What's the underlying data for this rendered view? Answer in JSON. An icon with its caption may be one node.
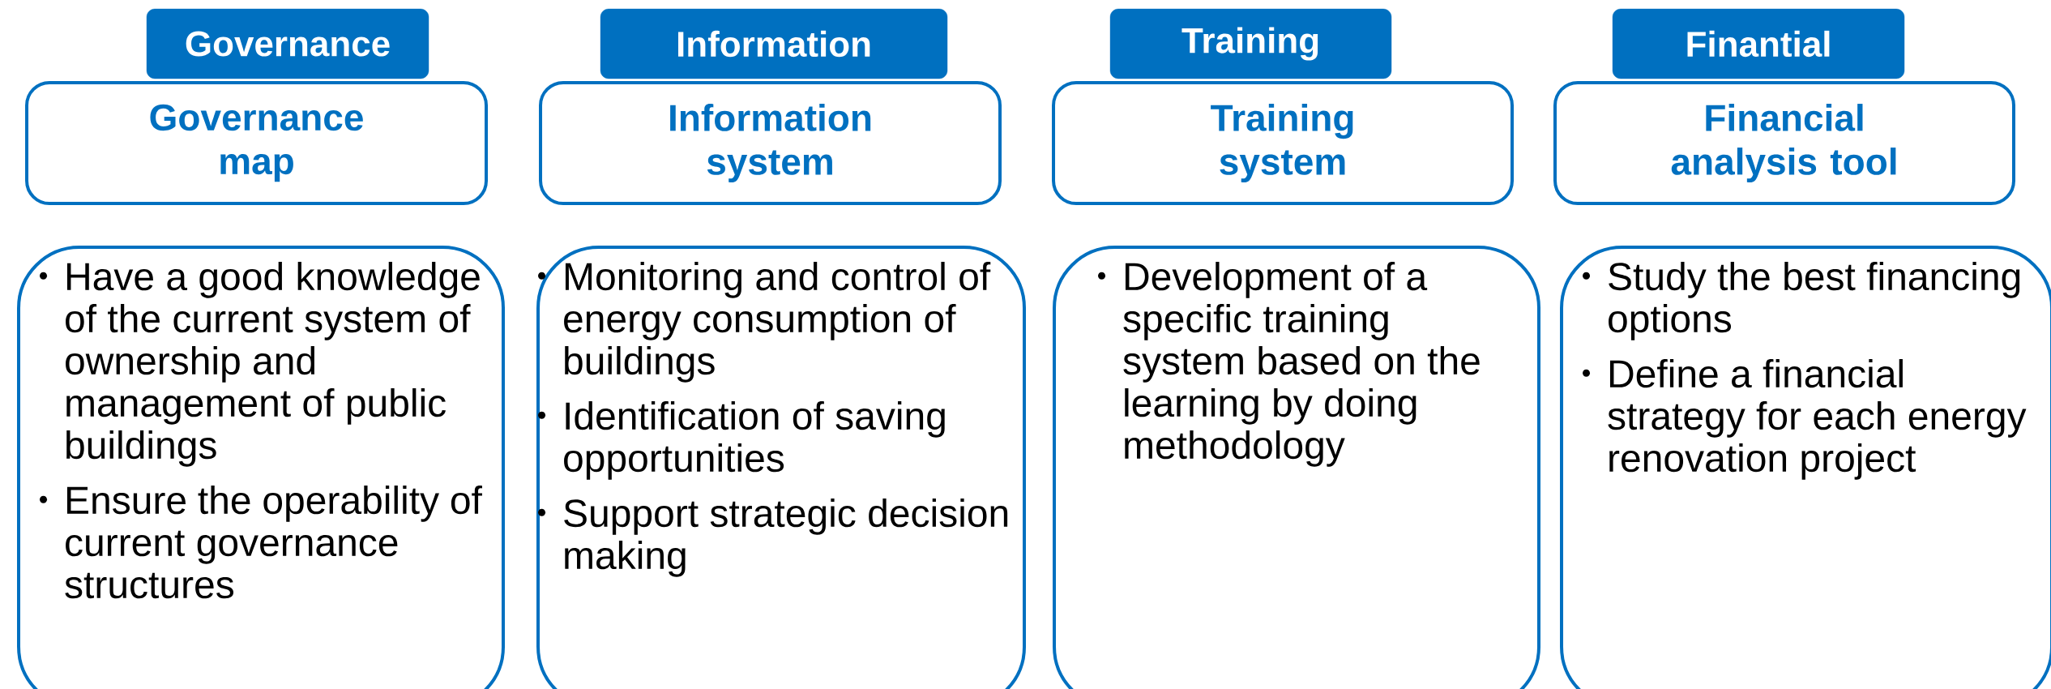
{
  "diagram": {
    "nodes": [
      {
        "text": [
          "Governance"
        ]
      },
      {
        "text": [
          "Information"
        ]
      },
      {
        "text": [
          "Training"
        ]
      },
      {
        "text": [
          "Finantial"
        ]
      },
      {
        "text": [
          "Governance map"
        ]
      },
      {
        "text": [
          "Information system"
        ]
      },
      {
        "text": [
          "Training system"
        ]
      },
      {
        "text": [
          "Financial analysis tool"
        ]
      },
      {
        "text": [
          "Have a good knowledge of the current system of ownership and management of public buildings",
          "Ensure the operability of current governance structures"
        ]
      },
      {
        "text": [
          "Monitoring and control of energy consumption of buildings",
          "Identification of saving opportunities",
          "Support strategic decision making"
        ]
      },
      {
        "text": [
          "Development of a specific training system based on the learning by doing methodology"
        ]
      },
      {
        "text": [
          "Study the best financing options",
          "Define a financial strategy for each energy renovation project"
        ]
      }
    ]
  }
}
